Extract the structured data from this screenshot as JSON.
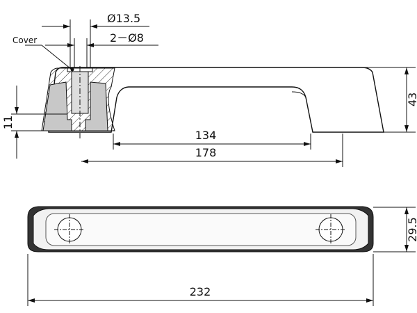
{
  "labels": {
    "cover": "Cover",
    "hole_diameter": "Ø13.5",
    "hole_count_diameter": "2－Ø8"
  },
  "dimensions": {
    "height": "43",
    "base_height": "11",
    "inner_span": "134",
    "hole_spacing": "178",
    "total_length": "232",
    "width": "29.5"
  },
  "colors": {
    "section_fill": "#c8c8c8",
    "line": "#111111"
  }
}
